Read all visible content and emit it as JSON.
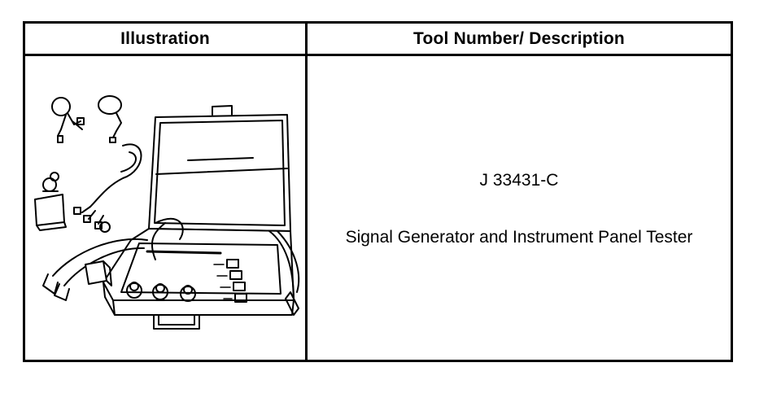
{
  "table": {
    "headers": {
      "illustration": "Illustration",
      "tool": "Tool Number/ Description"
    },
    "rows": [
      {
        "tool_number": "J 33431-C",
        "description": "Signal Generator and Instrument Panel Tester",
        "illustration_icon": "signal-generator-case-icon"
      }
    ]
  }
}
